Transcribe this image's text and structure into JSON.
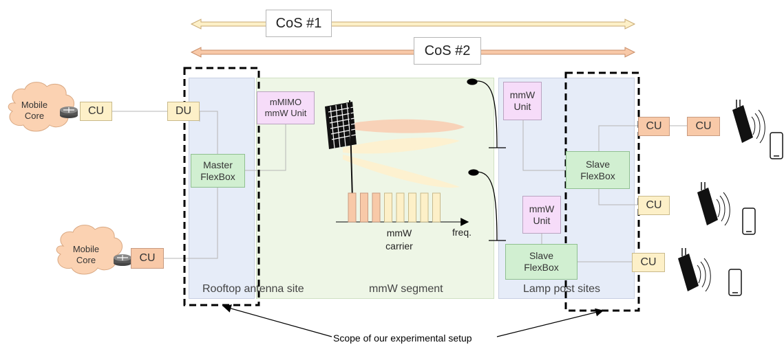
{
  "cos": {
    "cos1": "CoS #1",
    "cos2": "CoS #2"
  },
  "regions": {
    "rooftop": "Rooftop antenna site",
    "mmw_segment": "mmW segment",
    "lamp_post": "Lamp post sites"
  },
  "nodes": {
    "mobile_core_1": "Mobile\nCore",
    "mobile_core_2": "Mobile\nCore",
    "cu_top_left": "CU",
    "du": "DU",
    "cu_bottom_left": "CU",
    "mmimo_unit": "mMIMO\nmmW Unit",
    "master_flexbox": "Master\nFlexBox",
    "mmw_unit_top": "mmW\nUnit",
    "mmw_unit_bottom": "mmW\nUnit",
    "slave_flexbox_top": "Slave\nFlexBox",
    "slave_flexbox_bottom": "Slave\nFlexBox",
    "cu_right_orange_1": "CU",
    "cu_right_orange_2": "CU",
    "cu_right_yellow_1": "CU",
    "cu_right_yellow_2": "CU"
  },
  "spectrum": {
    "freq_label": "freq.",
    "carrier_label": "mmW\ncarrier",
    "bars": [
      "orange",
      "orange",
      "orange",
      "yellow",
      "yellow",
      "yellow",
      "yellow",
      "yellow"
    ]
  },
  "caption": "Scope of our experimental setup",
  "colors": {
    "cu_yellow": "#fdf0c8",
    "cu_orange": "#f8c9a8",
    "purple_unit": "#f6dcf9",
    "flexbox_green": "#d1efd1",
    "segment_green": "#eef6e6",
    "site_blue": "#e6ecf8",
    "cloud": "#fbd2b2",
    "beam_orange": "#f8d2b8",
    "beam_yellow": "#fdf1d0"
  }
}
